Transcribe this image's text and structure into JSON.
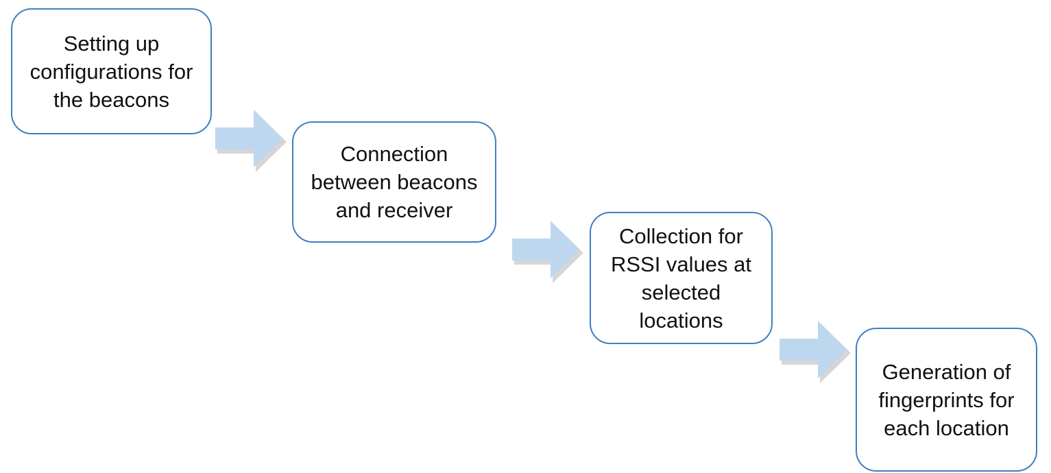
{
  "diagram": {
    "steps": [
      {
        "label": "Setting up configurations for the beacons"
      },
      {
        "label": "Connection between beacons and receiver"
      },
      {
        "label": "Collection for RSSI values at selected locations"
      },
      {
        "label": "Generation of fingerprints for each location"
      }
    ],
    "colors": {
      "box_border": "#3f7fbf",
      "box_fill": "#ffffff",
      "arrow_fill": "#bdd7ee",
      "text": "#111111"
    }
  }
}
